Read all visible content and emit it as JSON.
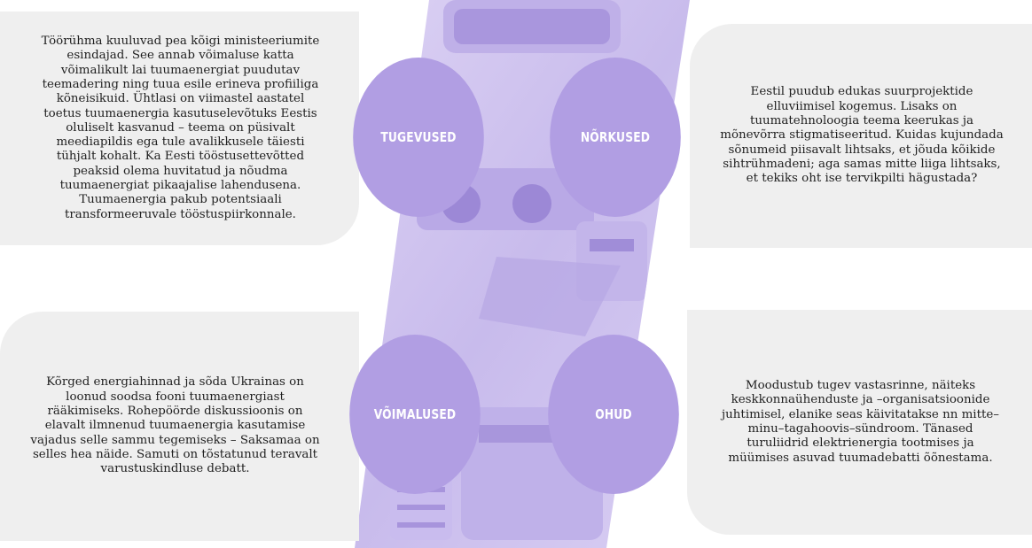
{
  "quadrants": {
    "strengths": {
      "label": "TUGEVUSED",
      "lines": [
        "Töörühma kuuluvad pea kõigi ministeeriumite",
        "esindajad. See annab võimaluse katta",
        "võimalikult lai tuumaenergiat puudutav",
        "teemadering ning tuua esile erineva profiiliga",
        "kõneisikuid. Ühtlasi on viimastel aastatel",
        "toetus tuumaenergia kasutuselevõtuks Eestis",
        "oluliselt kasvanud – teema on püsivalt",
        "meediapildis ega tule avalikkusele täiesti",
        "tühjalt kohalt. Ka Eesti tööstusettevõtted",
        "peaksid olema huvitatud ja nõudma",
        "tuumaenergiat pikaajalise lahendusena.",
        "Tuumaenergia pakub potentsiaali",
        "transformeeruvale tööstuspiirkonnale."
      ]
    },
    "weaknesses": {
      "label": "NÕRKUSED",
      "lines": [
        "Eestil puudub edukas suurprojektide",
        "elluviimisel kogemus. Lisaks on",
        "tuumatehnoloogia teema keerukas ja",
        "mõnevõrra stigmatiseeritud. Kuidas kujundada",
        "sõnumeid piisavalt lihtsaks, et jõuda kõikide",
        "sihtrühmadeni; aga samas mitte liiga lihtsaks,",
        "et tekiks oht ise tervikpilti hägustada?"
      ]
    },
    "opportunities": {
      "label": "VÕIMALUSED",
      "lines": [
        "Kõrged energiahinnad ja sõda Ukrainas on",
        "loonud soodsa fooni tuumaenergiast",
        "rääkimiseks. Rohepöörde diskussioonis on",
        "elavalt ilmnenud tuumaenergia kasutamise",
        "vajadus selle sammu tegemiseks – Saksamaa on",
        "selles hea näide. Samuti on tõstatunud teravalt",
        "varustuskindluse debatt."
      ]
    },
    "threats": {
      "label": "OHUD",
      "lines": [
        "Moodustub tugev vastasrinne, näiteks",
        "keskkonnaühenduste ja –organisatsioonide",
        "juhtimisel, elanike seas käivitatakse nn mitte–",
        "minu–tagahoovis–sündroom. Tänased",
        "turuliidrid elektrienergia tootmises ja",
        "müümises asuvad tuumadebatti õõnestama."
      ]
    }
  },
  "colors": {
    "circle_fill": "#b19ee3",
    "box_fill": "#efefef",
    "photo_tint": "#cfc3ee"
  }
}
